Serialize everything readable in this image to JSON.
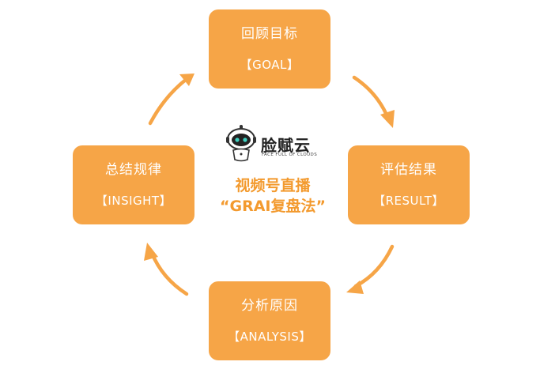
{
  "cycle": {
    "goal": {
      "zh": "回顾目标",
      "en": "【GOAL】"
    },
    "result": {
      "zh": "评估结果",
      "en": "【RESULT】"
    },
    "analysis": {
      "zh": "分析原因",
      "en": "【ANALYSIS】"
    },
    "insight": {
      "zh": "总结规律",
      "en": "【INSIGHT】"
    }
  },
  "center": {
    "brand": "脸赋云",
    "brand_sub": "FACE FULL OF CLOUDS",
    "title_line1": "视频号直播",
    "title_line2": "“GRAI复盘法”"
  },
  "colors": {
    "box": "#F6A547",
    "arrow": "#F6A547",
    "title": "#F39A2E"
  },
  "icons": [
    "robot-logo-icon",
    "arrow-goal-to-result-icon",
    "arrow-result-to-analysis-icon",
    "arrow-analysis-to-insight-icon",
    "arrow-insight-to-goal-icon"
  ]
}
